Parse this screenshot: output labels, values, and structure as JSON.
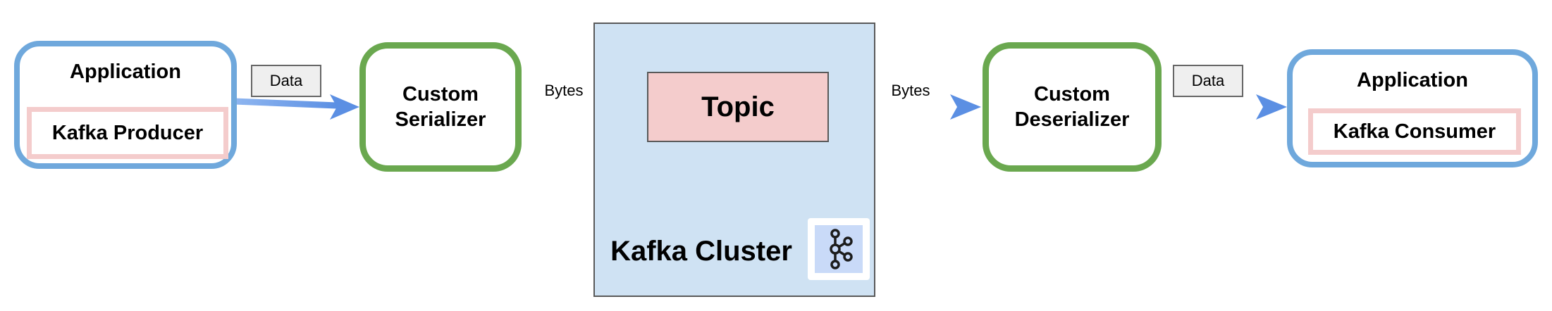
{
  "producer": {
    "title": "Application",
    "inner_label": "Kafka Producer"
  },
  "serializer": {
    "label_line1": "Custom",
    "label_line2": "Serializer"
  },
  "cluster": {
    "label": "Kafka Cluster",
    "logo_icon": "kafka-logo-icon"
  },
  "topic": {
    "label": "Topic"
  },
  "deserializer": {
    "label_line1": "Custom",
    "label_line2": "Deserializer"
  },
  "consumer": {
    "title": "Application",
    "inner_label": "Kafka Consumer"
  },
  "edges": {
    "producer_to_serializer": "Data",
    "serializer_to_topic": "Bytes",
    "topic_to_deserializer": "Bytes",
    "deserializer_to_consumer": "Data"
  },
  "colors": {
    "application_border": "#6fa8dc",
    "serializer_border": "#6aa84f",
    "client_inner_border": "#f4cccc",
    "cluster_fill": "#cfe2f3",
    "topic_fill": "#f4cccc",
    "arrow": "#6d9eeb"
  }
}
